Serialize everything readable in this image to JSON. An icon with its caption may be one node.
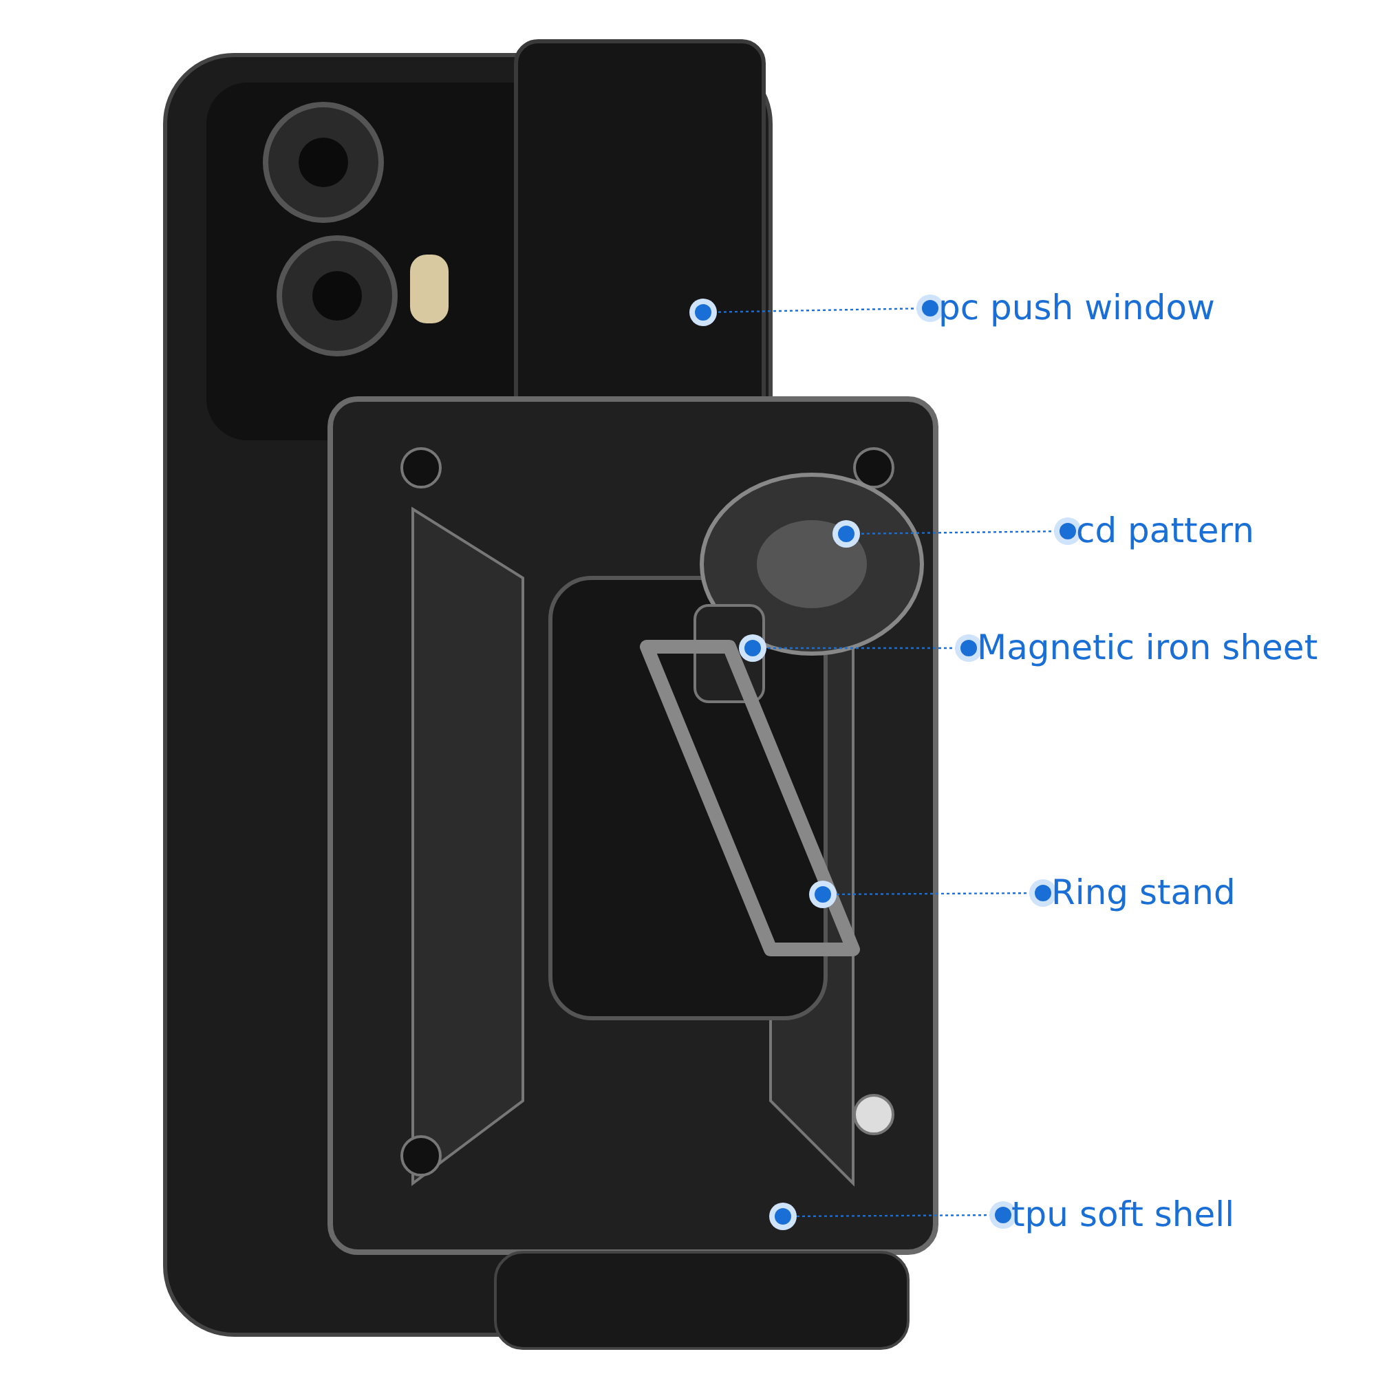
{
  "diagram": {
    "nodes": [
      {
        "text": [
          "pc push window"
        ]
      },
      {
        "text": [
          "cd pattern"
        ]
      },
      {
        "text": [
          "Magnetic iron sheet"
        ]
      },
      {
        "text": [
          "Ring stand"
        ]
      },
      {
        "text": [
          "tpu soft shell"
        ]
      }
    ],
    "edges": [
      {
        "from": 0,
        "to": null,
        "arrow": "other"
      },
      {
        "from": 1,
        "to": null,
        "arrow": "other"
      },
      {
        "from": 2,
        "to": null,
        "arrow": "other"
      },
      {
        "from": 3,
        "to": null,
        "arrow": "other"
      },
      {
        "from": 4,
        "to": null,
        "arrow": "other"
      }
    ]
  }
}
